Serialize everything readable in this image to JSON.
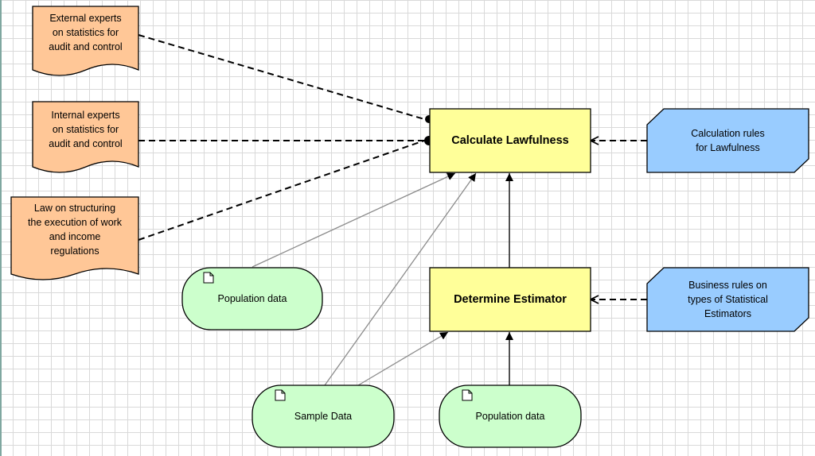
{
  "colors": {
    "document_fill": "#ffc797",
    "process_fill": "#ffff99",
    "data_fill": "#ccffcc",
    "rules_fill": "#99ccff",
    "stroke": "#000000",
    "connector": "#000000",
    "grid": "#d9d9d9"
  },
  "documents": [
    {
      "id": "external-experts",
      "label": "External experts\non statistics for\naudit and control"
    },
    {
      "id": "internal-experts",
      "label": "Internal experts\non statistics for\naudit and control"
    },
    {
      "id": "law",
      "label": "Law on structuring\nthe execution of work\nand income\nregulations"
    }
  ],
  "processes": [
    {
      "id": "calculate-lawfulness",
      "label": "Calculate Lawfulness"
    },
    {
      "id": "determine-estimator",
      "label": "Determine Estimator"
    }
  ],
  "rules": [
    {
      "id": "calculation-rules",
      "label": "Calculation rules\nfor Lawfulness"
    },
    {
      "id": "business-rules",
      "label": "Business rules on\ntypes of Statistical\nEstimators"
    }
  ],
  "data_objects": [
    {
      "id": "population-data-1",
      "label": "Population data",
      "icon": "document-icon"
    },
    {
      "id": "sample-data",
      "label": "Sample Data",
      "icon": "document-icon"
    },
    {
      "id": "population-data-2",
      "label": "Population data",
      "icon": "document-icon"
    }
  ]
}
